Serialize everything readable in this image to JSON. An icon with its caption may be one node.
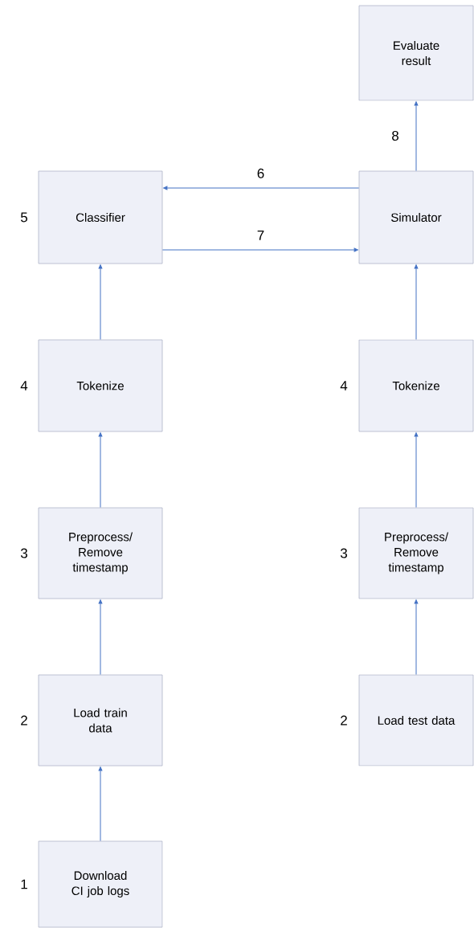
{
  "diagram": {
    "nodes": [
      {
        "text": [
          "Evaluate result"
        ]
      },
      {
        "text": [
          "Classifier"
        ],
        "beside": [
          "5"
        ]
      },
      {
        "text": [
          "Simulator"
        ]
      },
      {
        "text": [
          "Tokenize"
        ],
        "beside": [
          "4"
        ]
      },
      {
        "text": [
          "Tokenize"
        ],
        "beside": [
          "4"
        ]
      },
      {
        "text": [
          "Preprocess/ Remove timestamp"
        ],
        "beside": [
          "3"
        ]
      },
      {
        "text": [
          "Preprocess/ Remove timestamp"
        ],
        "beside": [
          "3"
        ]
      },
      {
        "text": [
          "Load train data"
        ],
        "beside": [
          "2"
        ]
      },
      {
        "text": [
          "Load test data"
        ],
        "beside": [
          "2"
        ]
      },
      {
        "text": [
          "Download CI job logs"
        ],
        "beside": [
          "1"
        ]
      }
    ],
    "edges": [
      {
        "from": 9,
        "to": 7,
        "arrow": "to"
      },
      {
        "from": 7,
        "to": 5,
        "arrow": "to"
      },
      {
        "from": 5,
        "to": 3,
        "arrow": "to"
      },
      {
        "from": 3,
        "to": 1,
        "arrow": "to"
      },
      {
        "from": 8,
        "to": 6,
        "arrow": "to"
      },
      {
        "from": 6,
        "to": 4,
        "arrow": "to"
      },
      {
        "from": 4,
        "to": 2,
        "arrow": "to"
      },
      {
        "from": 2,
        "to": 1,
        "arrow": "to",
        "label": "6"
      },
      {
        "from": 1,
        "to": 2,
        "arrow": "to",
        "label": "7"
      },
      {
        "from": 2,
        "to": 0,
        "arrow": "to",
        "label": "8"
      }
    ]
  }
}
